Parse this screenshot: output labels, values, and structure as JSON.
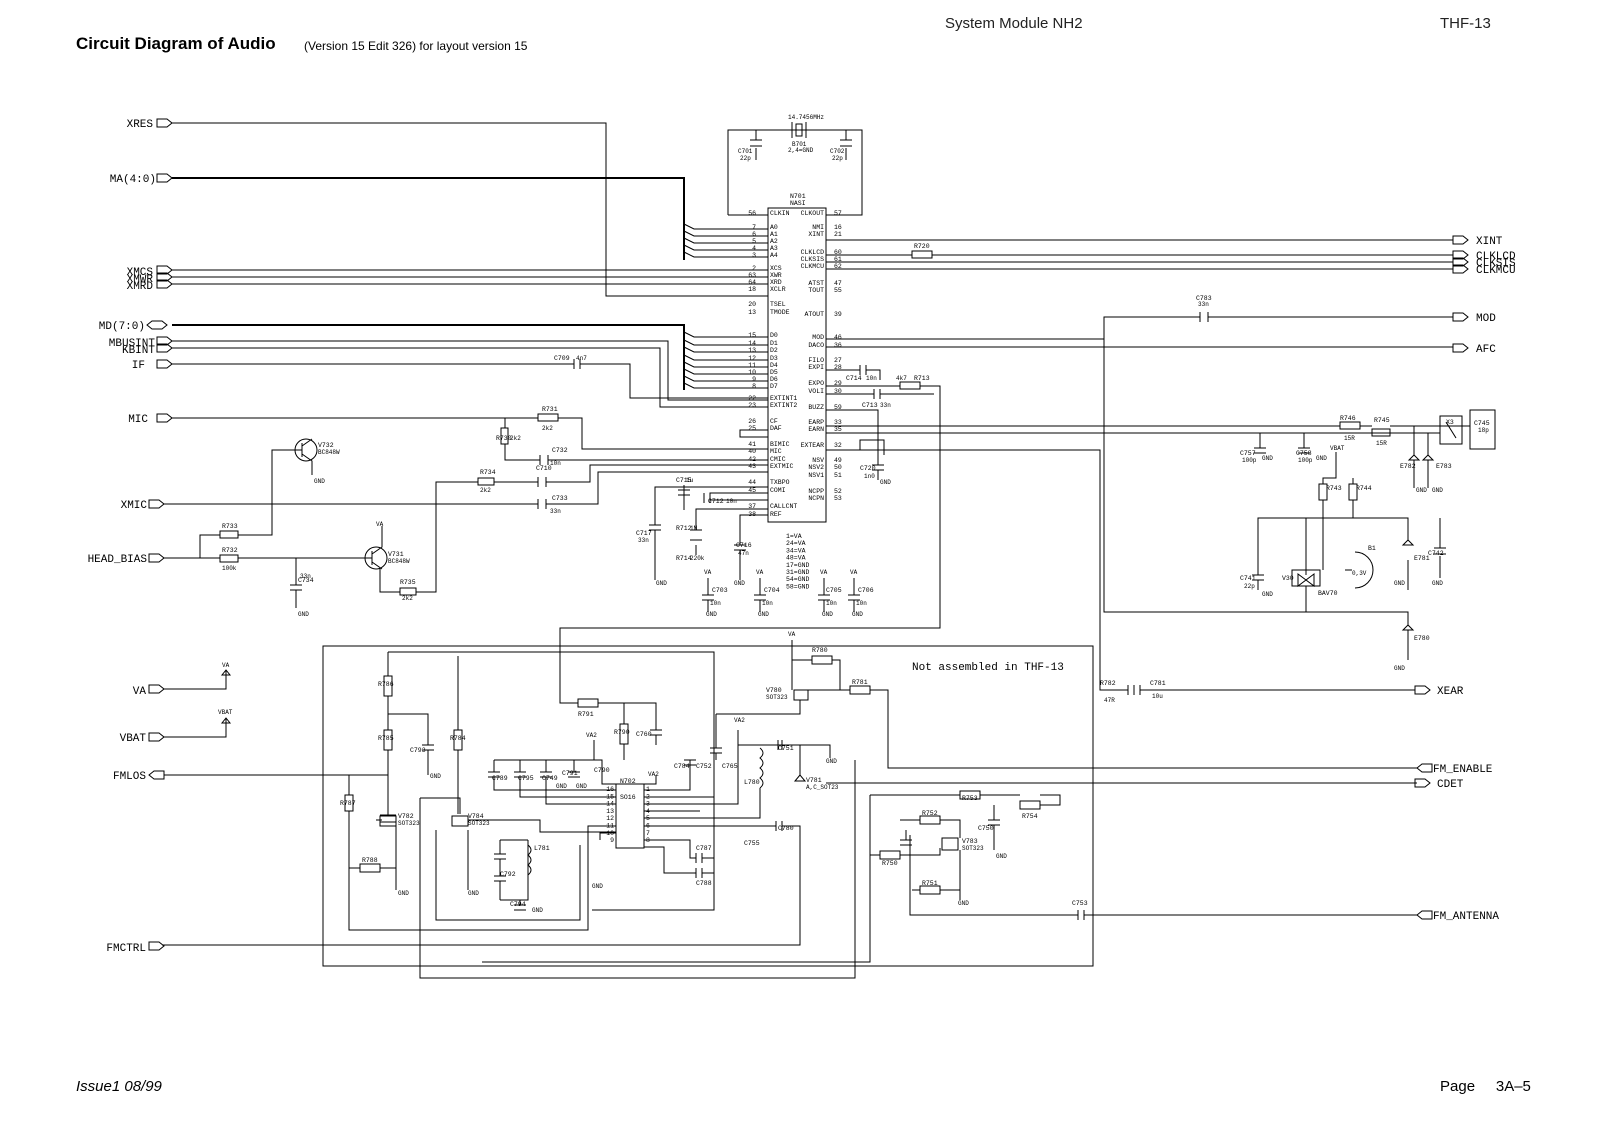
{
  "header": {
    "module": "System Module NH2",
    "product": "THF-13",
    "title": "Circuit Diagram of Audio",
    "subtitle": "(Version 15  Edit 326) for layout version 15"
  },
  "footer": {
    "issue": "Issue1 08/99",
    "page": "Page     3A–5"
  },
  "signals_left": [
    "XRES",
    "MA(4:0)",
    "XMCS",
    "XMWR",
    "XMRD",
    "MD(7:0)",
    "MBUSINT",
    "KBINT",
    "IF",
    "MIC",
    "XMIC",
    "HEAD_BIAS",
    "VA",
    "VBAT",
    "FMLOS",
    "FMCTRL"
  ],
  "signals_right": [
    "XINT",
    "CLKLCD",
    "CLKSIS",
    "CLKMCU",
    "MOD",
    "AFC",
    "XEAR",
    "FM_ENABLE",
    "CDET",
    "FM_ANTENNA"
  ],
  "ic_main": {
    "ref": "N701",
    "name": "NASI",
    "left_pins": [
      {
        "num": "56",
        "name": "CLKIN"
      },
      {
        "num": "7",
        "name": "A0"
      },
      {
        "num": "6",
        "name": "A1"
      },
      {
        "num": "5",
        "name": "A2"
      },
      {
        "num": "4",
        "name": "A3"
      },
      {
        "num": "3",
        "name": "A4"
      },
      {
        "num": "2",
        "name": "XCS"
      },
      {
        "num": "63",
        "name": "XWR"
      },
      {
        "num": "64",
        "name": "XRD"
      },
      {
        "num": "18",
        "name": "XCLR"
      },
      {
        "num": "20",
        "name": "TSEL"
      },
      {
        "num": "13",
        "name": "TMODE"
      },
      {
        "num": "15",
        "name": "D0"
      },
      {
        "num": "14",
        "name": "D1"
      },
      {
        "num": "13",
        "name": "D2"
      },
      {
        "num": "12",
        "name": "D3"
      },
      {
        "num": "11",
        "name": "D4"
      },
      {
        "num": "10",
        "name": "D5"
      },
      {
        "num": "9",
        "name": "D6"
      },
      {
        "num": "8",
        "name": "D7"
      },
      {
        "num": "22",
        "name": "EXTINT1"
      },
      {
        "num": "23",
        "name": "EXTINT2"
      },
      {
        "num": "26",
        "name": "CF"
      },
      {
        "num": "25",
        "name": "DAF"
      },
      {
        "num": "41",
        "name": "BIMIC"
      },
      {
        "num": "40",
        "name": "MIC"
      },
      {
        "num": "42",
        "name": "CMIC"
      },
      {
        "num": "43",
        "name": "EXTMIC"
      },
      {
        "num": "44",
        "name": "TXBPO"
      },
      {
        "num": "45",
        "name": "COMI"
      },
      {
        "num": "37",
        "name": "CALLCNT"
      },
      {
        "num": "38",
        "name": "REF"
      }
    ],
    "right_pins": [
      {
        "num": "57",
        "name": "CLKOUT"
      },
      {
        "num": "16",
        "name": "NMI"
      },
      {
        "num": "21",
        "name": "XINT"
      },
      {
        "num": "60",
        "name": "CLKLCD"
      },
      {
        "num": "61",
        "name": "CLKSIS"
      },
      {
        "num": "62",
        "name": "CLKMCU"
      },
      {
        "num": "47",
        "name": "ATST"
      },
      {
        "num": "55",
        "name": "TOUT"
      },
      {
        "num": "39",
        "name": "ATOUT"
      },
      {
        "num": "46",
        "name": "MOD"
      },
      {
        "num": "36",
        "name": "DACO"
      },
      {
        "num": "27",
        "name": "FILO"
      },
      {
        "num": "28",
        "name": "EXPI"
      },
      {
        "num": "29",
        "name": "EXPO"
      },
      {
        "num": "30",
        "name": "VOLI"
      },
      {
        "num": "59",
        "name": "BUZZ"
      },
      {
        "num": "33",
        "name": "EARP"
      },
      {
        "num": "35",
        "name": "EARN"
      },
      {
        "num": "32",
        "name": "EXTEAR"
      },
      {
        "num": "49",
        "name": "NSV"
      },
      {
        "num": "50",
        "name": "NSV2"
      },
      {
        "num": "51",
        "name": "NSV1"
      },
      {
        "num": "52",
        "name": "NCPP"
      },
      {
        "num": "53",
        "name": "NCPN"
      }
    ],
    "power_notes": [
      "1=VA",
      "24=VA",
      "34=VA",
      "48=VA",
      "17=GND",
      "31=GND",
      "54=GND",
      "58=GND"
    ]
  },
  "crystal": {
    "ref": "B701",
    "freq": "14.7456MHz",
    "note": "2,4=GND"
  },
  "ic_fm": {
    "ref": "N702",
    "name": "SO16",
    "left_pins": [
      "16",
      "15",
      "14",
      "13",
      "12",
      "11",
      "10",
      "9"
    ],
    "right_pins": [
      "1",
      "2",
      "3",
      "4",
      "5",
      "6",
      "7",
      "8"
    ]
  },
  "note_not_assembled": "Not assembled in THF-13",
  "components": [
    {
      "ref": "C701",
      "value": "22p"
    },
    {
      "ref": "C702",
      "value": "22p"
    },
    {
      "ref": "R720",
      "value": ""
    },
    {
      "ref": "C783",
      "value": "33n"
    },
    {
      "ref": "C709",
      "value": "4n7"
    },
    {
      "ref": "C714",
      "value": "10n"
    },
    {
      "ref": "R713",
      "value": "4k7"
    },
    {
      "ref": "C713",
      "value": "33n"
    },
    {
      "ref": "R731",
      "value": "2k2"
    },
    {
      "ref": "R730",
      "value": "2k2"
    },
    {
      "ref": "C732",
      "value": "10n"
    },
    {
      "ref": "C710",
      "value": ""
    },
    {
      "ref": "R734",
      "value": "2k2"
    },
    {
      "ref": "C733",
      "value": "33n"
    },
    {
      "ref": "V732",
      "value": "BC848W"
    },
    {
      "ref": "V731",
      "value": "BC848W"
    },
    {
      "ref": "R733",
      "value": ""
    },
    {
      "ref": "R732",
      "value": "100k"
    },
    {
      "ref": "C734",
      "value": "33n"
    },
    {
      "ref": "R735",
      "value": "2k2"
    },
    {
      "ref": "C715",
      "value": "1u"
    },
    {
      "ref": "C712",
      "value": "10n"
    },
    {
      "ref": "C717",
      "value": "33n"
    },
    {
      "ref": "R712",
      "value": "1M"
    },
    {
      "ref": "R714",
      "value": "220k"
    },
    {
      "ref": "C716",
      "value": "47n"
    },
    {
      "ref": "C720",
      "value": "1n0"
    },
    {
      "ref": "C703",
      "value": "10n"
    },
    {
      "ref": "C704",
      "value": "10n"
    },
    {
      "ref": "C705",
      "value": "10n"
    },
    {
      "ref": "C706",
      "value": "10n"
    },
    {
      "ref": "R746",
      "value": "15R"
    },
    {
      "ref": "R745",
      "value": "15R"
    },
    {
      "ref": "X3",
      "value": ""
    },
    {
      "ref": "C745",
      "value": "18p"
    },
    {
      "ref": "C757",
      "value": "100p"
    },
    {
      "ref": "C758",
      "value": "100p"
    },
    {
      "ref": "R743",
      "value": ""
    },
    {
      "ref": "R744",
      "value": ""
    },
    {
      "ref": "C741",
      "value": "22p"
    },
    {
      "ref": "V30",
      "value": ""
    },
    {
      "ref": "BAV70",
      "value": ""
    },
    {
      "ref": "B1",
      "value": "0,3V"
    },
    {
      "ref": "C742",
      "value": ""
    },
    {
      "ref": "E780",
      "value": ""
    },
    {
      "ref": "E781",
      "value": ""
    },
    {
      "ref": "E782",
      "value": ""
    },
    {
      "ref": "E783",
      "value": ""
    },
    {
      "ref": "R782",
      "value": "47R"
    },
    {
      "ref": "C781",
      "value": "10u"
    },
    {
      "ref": "R780",
      "value": ""
    },
    {
      "ref": "R781",
      "value": ""
    },
    {
      "ref": "V780",
      "value": "SOT323"
    },
    {
      "ref": "R786",
      "value": ""
    },
    {
      "ref": "R785",
      "value": ""
    },
    {
      "ref": "R784",
      "value": ""
    },
    {
      "ref": "C793",
      "value": ""
    },
    {
      "ref": "R787",
      "value": ""
    },
    {
      "ref": "R788",
      "value": ""
    },
    {
      "ref": "V782",
      "value": "SOT323"
    },
    {
      "ref": "V784",
      "value": "SOT323"
    },
    {
      "ref": "R791",
      "value": ""
    },
    {
      "ref": "R790",
      "value": ""
    },
    {
      "ref": "C760",
      "value": ""
    },
    {
      "ref": "C789",
      "value": ""
    },
    {
      "ref": "C795",
      "value": ""
    },
    {
      "ref": "C749",
      "value": ""
    },
    {
      "ref": "C791",
      "value": ""
    },
    {
      "ref": "C790",
      "value": ""
    },
    {
      "ref": "C783",
      "value": ""
    },
    {
      "ref": "L781",
      "value": ""
    },
    {
      "ref": "C792",
      "value": ""
    },
    {
      "ref": "C794",
      "value": ""
    },
    {
      "ref": "C784",
      "value": ""
    },
    {
      "ref": "C752",
      "value": ""
    },
    {
      "ref": "C765",
      "value": ""
    },
    {
      "ref": "C751",
      "value": ""
    },
    {
      "ref": "L780",
      "value": ""
    },
    {
      "ref": "V781",
      "value": "A,C_SOT23"
    },
    {
      "ref": "C787",
      "value": ""
    },
    {
      "ref": "C788",
      "value": ""
    },
    {
      "ref": "C755",
      "value": ""
    },
    {
      "ref": "C780",
      "value": ""
    },
    {
      "ref": "R753",
      "value": ""
    },
    {
      "ref": "R752",
      "value": ""
    },
    {
      "ref": "R754",
      "value": ""
    },
    {
      "ref": "C757",
      "value": ""
    },
    {
      "ref": "C750",
      "value": ""
    },
    {
      "ref": "R750",
      "value": ""
    },
    {
      "ref": "V783",
      "value": "SOT323"
    },
    {
      "ref": "R751",
      "value": ""
    },
    {
      "ref": "C753",
      "value": ""
    }
  ],
  "net_labels": {
    "va": "VA",
    "va2": "VA2",
    "vbat": "VBAT",
    "gnd": "GND"
  }
}
